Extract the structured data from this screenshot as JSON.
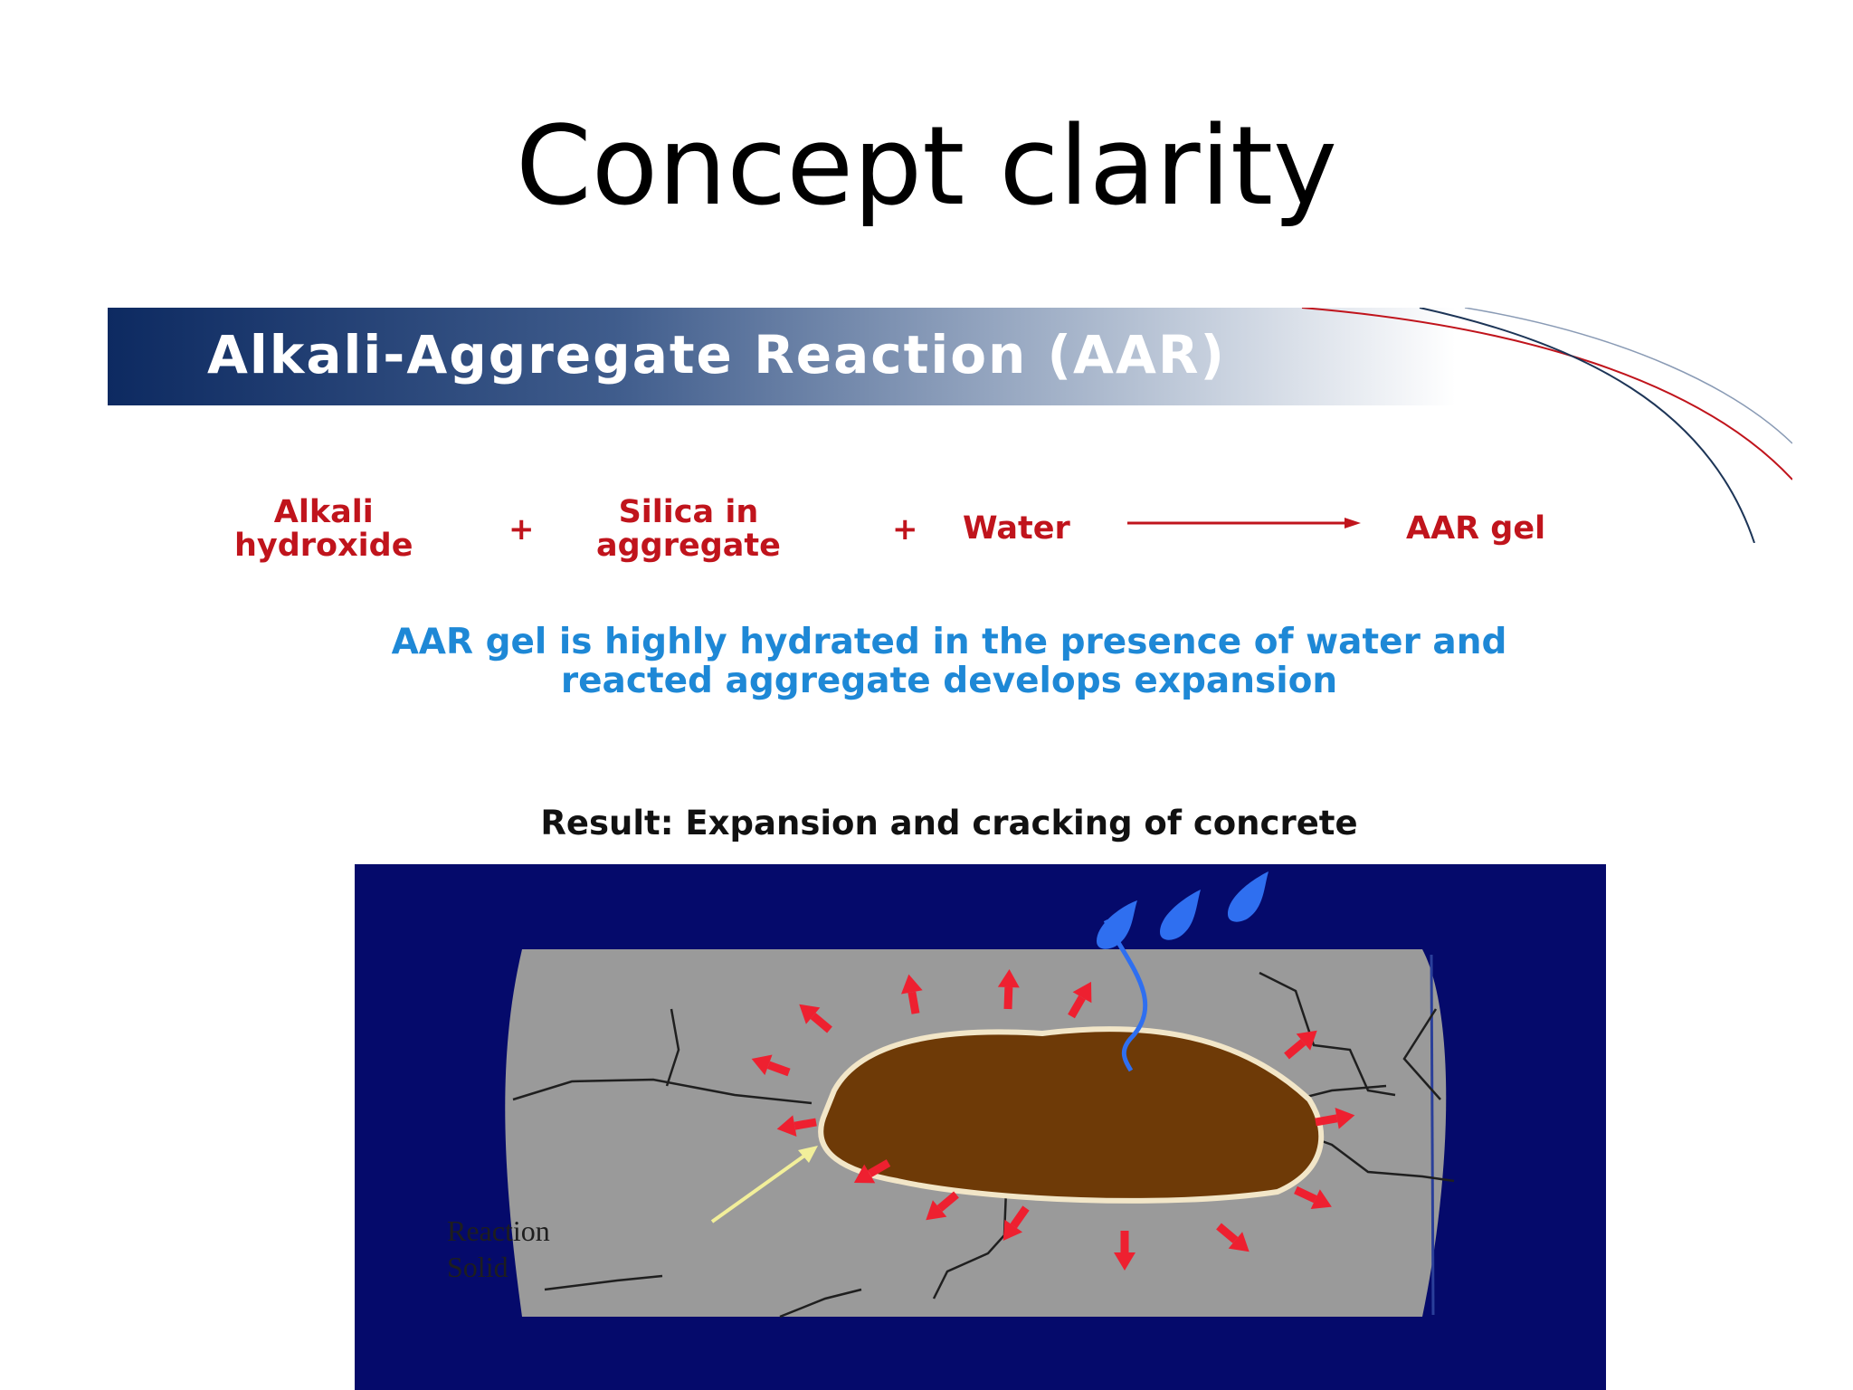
{
  "slide": {
    "title": "Concept clarity"
  },
  "banner": {
    "title": "Alkali-Aggregate Reaction (AAR)"
  },
  "equation": {
    "term1_line1": "Alkali",
    "term1_line2": "hydroxide",
    "plus1": "+",
    "term2_line1": "Silica in",
    "term2_line2": "aggregate",
    "plus2": "+",
    "term3": "Water",
    "product": "AAR gel"
  },
  "statement": {
    "line1": "AAR gel is highly hydrated in the presence of water and",
    "line2": "reacted aggregate develops expansion"
  },
  "result": {
    "text": "Result: Expansion and cracking of concrete"
  },
  "illustration": {
    "label_line1": "Reaction",
    "label_line2": "Solid"
  },
  "colors": {
    "equation_red": "#c0141c",
    "statement_blue": "#1e88d6",
    "illustration_background": "#050a6b",
    "concrete_gray": "#9a9a9a",
    "aggregate_brown": "#6e3a07",
    "expansion_arrow_red": "#ee2030",
    "water_drop_blue": "#2f6ff0"
  }
}
